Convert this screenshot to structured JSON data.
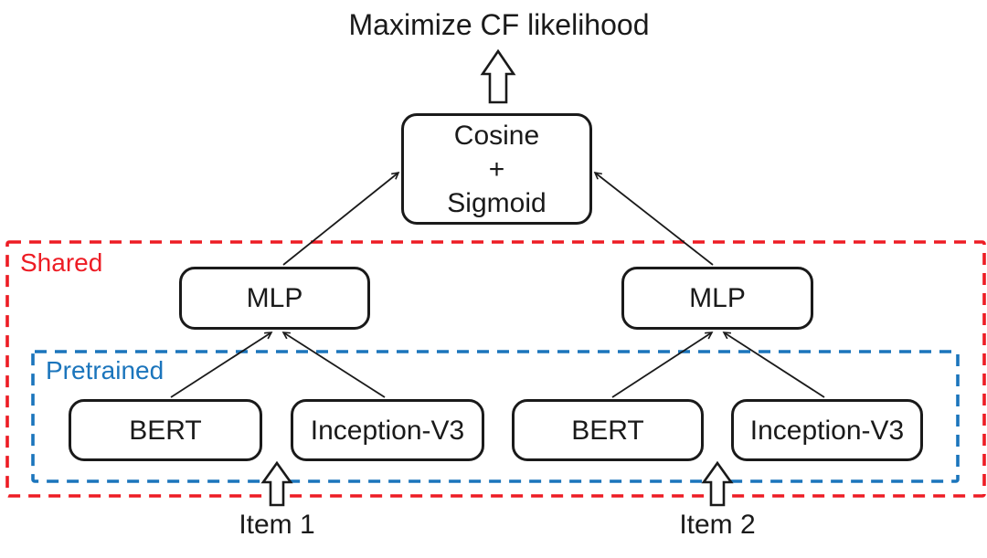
{
  "title": "Maximize CF likelihood",
  "colors": {
    "red": "#ed1c24",
    "blue": "#1b75bc",
    "ink": "#1a1a1a"
  },
  "groups": {
    "shared": {
      "label": "Shared"
    },
    "pretrained": {
      "label": "Pretrained"
    }
  },
  "nodes": {
    "cosine_sigmoid": {
      "label": "Cosine\n+\nSigmoid"
    },
    "mlp_left": {
      "label": "MLP"
    },
    "mlp_right": {
      "label": "MLP"
    },
    "bert_left": {
      "label": "BERT"
    },
    "inception_left": {
      "label": "Inception-V3"
    },
    "bert_right": {
      "label": "BERT"
    },
    "inception_right": {
      "label": "Inception-V3"
    }
  },
  "inputs": {
    "item1": {
      "label": "Item 1"
    },
    "item2": {
      "label": "Item 2"
    }
  }
}
